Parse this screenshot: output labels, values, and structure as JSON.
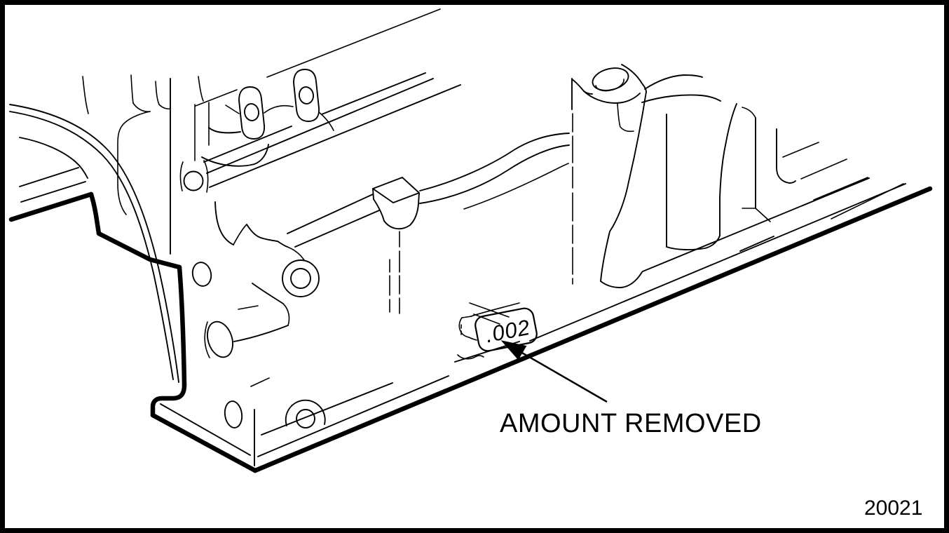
{
  "figure": {
    "subject": "engine-cylinder-block-deck-resurfacing-stamp",
    "tag_value": ".002",
    "callout_label": "AMOUNT REMOVED",
    "figure_number": "20021",
    "colors": {
      "ink": "#000000",
      "background": "#ffffff"
    }
  }
}
